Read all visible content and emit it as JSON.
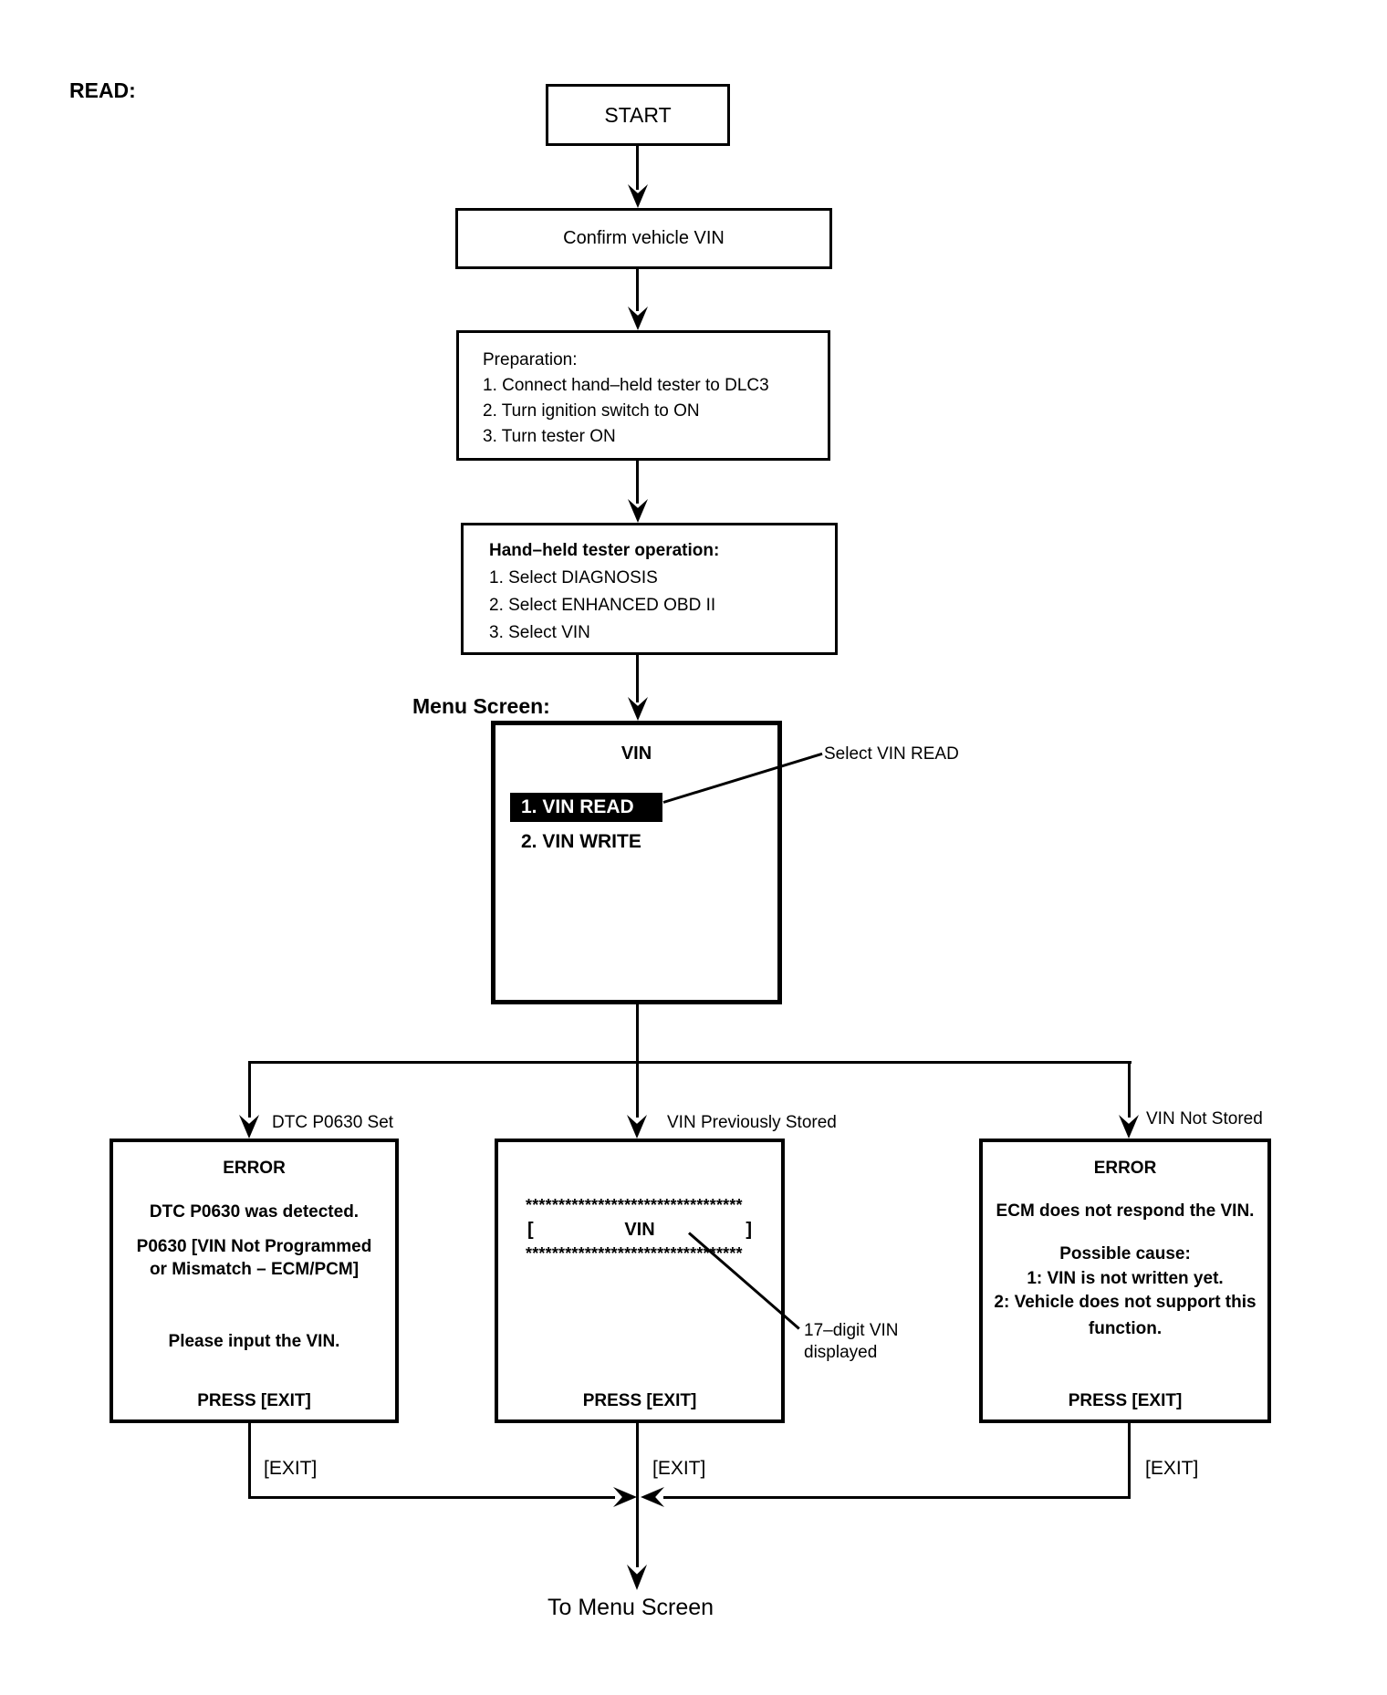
{
  "page": {
    "read_label": "READ:"
  },
  "nodes": {
    "start": "START",
    "confirm": "Confirm vehicle VIN",
    "preparation": {
      "title": "Preparation:",
      "steps": [
        "1. Connect hand–held tester to DLC3",
        "2. Turn ignition switch to ON",
        "3. Turn tester ON"
      ]
    },
    "tester_operation": {
      "title": "Hand–held tester operation:",
      "steps": [
        "1. Select DIAGNOSIS",
        "2. Select ENHANCED OBD II",
        "3. Select VIN"
      ]
    },
    "menu_screen_label": "Menu Screen:",
    "menu": {
      "title": "VIN",
      "selected_item": "1. VIN READ",
      "item2": "2. VIN WRITE",
      "callout": "Select VIN READ"
    },
    "branch_left": {
      "label": "DTC P0630 Set",
      "title": "ERROR",
      "line1": "DTC P0630 was detected.",
      "line2": "P0630  [VIN Not Programmed",
      "line3": "or Mismatch – ECM/PCM]",
      "line4": "Please input the VIN.",
      "press": "PRESS [EXIT]"
    },
    "branch_middle": {
      "label": "VIN Previously Stored",
      "stars": "*********************************",
      "bracket_open": "[",
      "vin": "VIN",
      "bracket_close": "]",
      "press": "PRESS [EXIT]",
      "callout_line1": "17–digit VIN",
      "callout_line2": "displayed"
    },
    "branch_right": {
      "label": "VIN Not Stored",
      "title": "ERROR",
      "line1": "ECM does not respond the VIN.",
      "line2": "Possible cause:",
      "line3": "1: VIN is not written yet.",
      "line4": "2: Vehicle does not support this",
      "line5": "function.",
      "press": "PRESS [EXIT]"
    },
    "exit_label": "[EXIT]",
    "to_menu": "To Menu Screen"
  },
  "colors": {
    "ink": "#000000",
    "paper": "#ffffff",
    "highlight_bg": "#000000",
    "highlight_fg": "#ffffff"
  }
}
